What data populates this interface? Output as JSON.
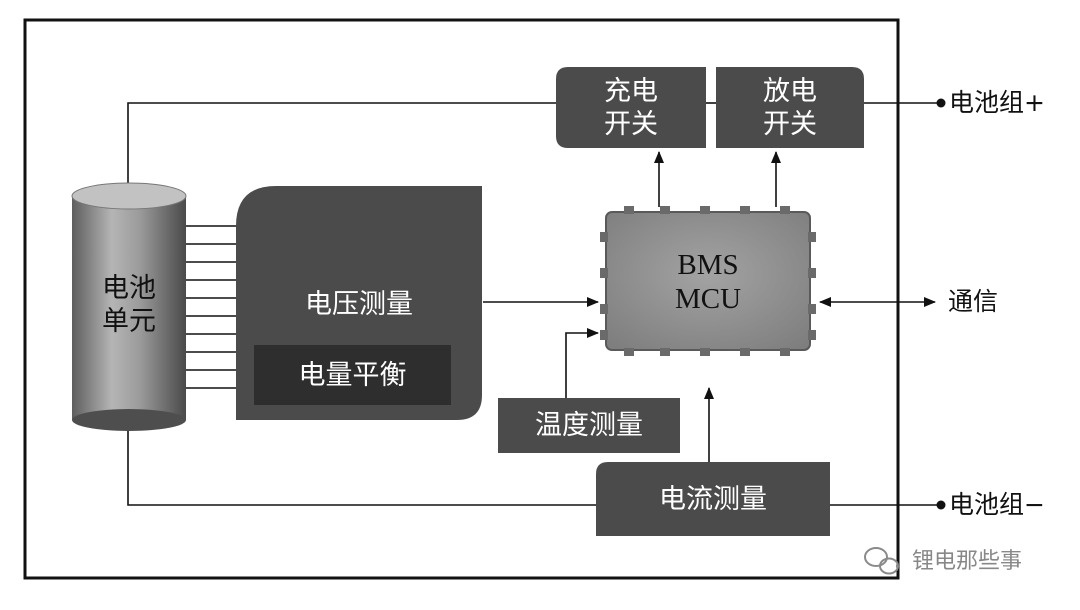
{
  "diagram": {
    "battery_cell": "电池\n单元",
    "voltage_measure": "电压测量",
    "balancing": "电量平衡",
    "charge_switch": "充电\n开关",
    "discharge_switch": "放电\n开关",
    "mcu": "BMS\nMCU",
    "temperature_measure": "温度测量",
    "current_measure": "电流测量",
    "pack_plus": "电池组+",
    "pack_minus": "电池组−",
    "communication": "通信"
  },
  "watermark": {
    "icon": "wechat-icon",
    "text": "锂电那些事"
  }
}
